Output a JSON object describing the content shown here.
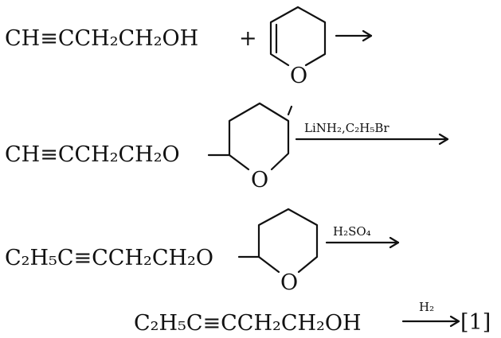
{
  "steps": [
    {
      "left_formula": "CH≡CCH₂CH₂OH",
      "plus": "+",
      "reagent": "",
      "ring_oxygen": "O"
    },
    {
      "left_formula": "CH≡CCH₂CH₂O",
      "reagent": "LiNH₂,C₂H₅Br",
      "ring_oxygen": "O"
    },
    {
      "left_formula": "C₂H₅C≡CCH₂CH₂O",
      "reagent": "H₂SO₄",
      "ring_oxygen": "O"
    },
    {
      "left_formula": "C₂H₅C≡CCH₂CH₂OH",
      "reagent": "H₂",
      "product": "[1]"
    }
  ]
}
